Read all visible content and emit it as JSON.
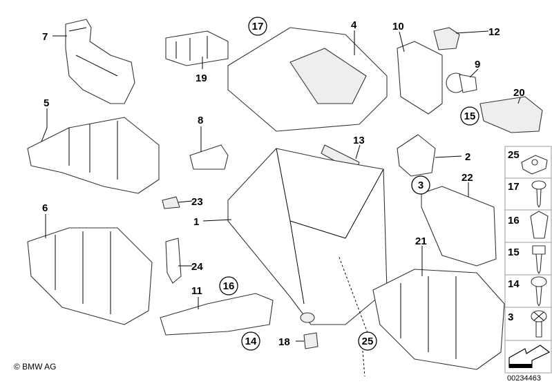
{
  "diagram": {
    "labels": [
      "7",
      "19",
      "4",
      "10",
      "12",
      "9",
      "20",
      "5",
      "8",
      "13",
      "2",
      "22",
      "23",
      "1",
      "6",
      "21",
      "24",
      "11",
      "18"
    ],
    "circled_labels": [
      "17",
      "15",
      "3",
      "16",
      "14",
      "25"
    ],
    "legend": [
      {
        "label": "25",
        "part": "clip-nut"
      },
      {
        "label": "17",
        "part": "screw"
      },
      {
        "label": "16",
        "part": "expanding-nut"
      },
      {
        "label": "15",
        "part": "hex-screw"
      },
      {
        "label": "14",
        "part": "flange-screw"
      },
      {
        "label": "3",
        "part": "phillips-screw"
      }
    ]
  },
  "footer": {
    "copyright": "© BMW AG",
    "image_code": "00234463"
  }
}
